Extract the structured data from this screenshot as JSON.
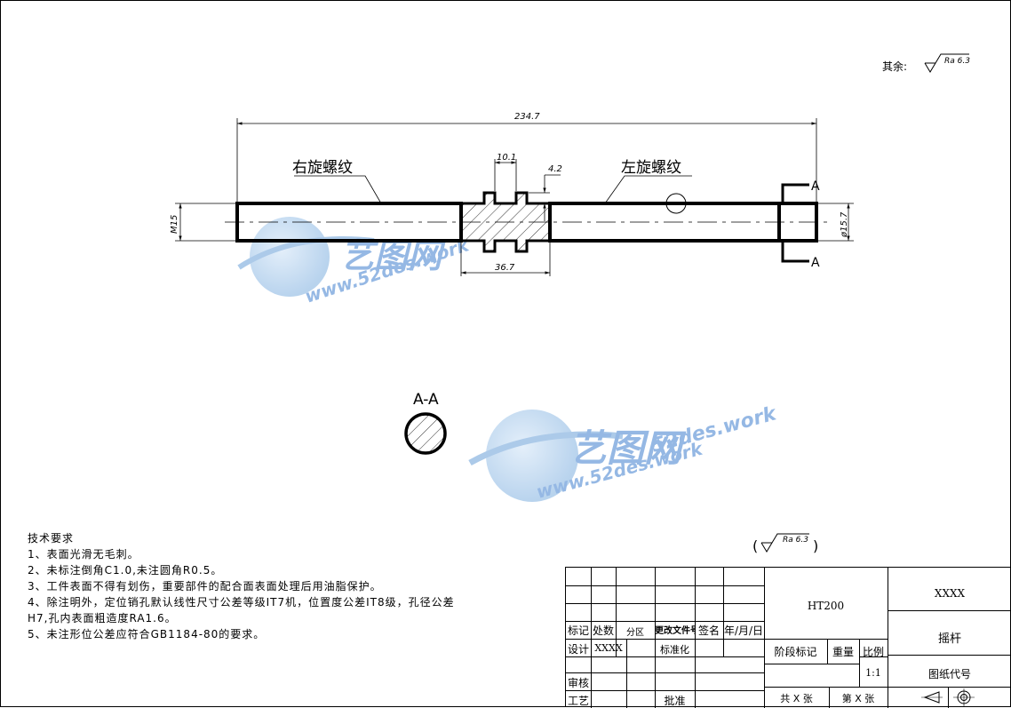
{
  "surface": {
    "label": "其余:",
    "roughness": "Ra 6.3"
  },
  "dimensions": {
    "total_length": "234.7",
    "groove_width": "10.1",
    "groove_depth": "4.2",
    "groove_section_length": "36.7",
    "thread_size": "M15",
    "end_diameter": "ø15.7"
  },
  "labels": {
    "right_thread": "右旋螺纹",
    "left_thread": "左旋螺纹",
    "section_mark_top": "A",
    "section_mark_bottom": "A",
    "section_title": "A-A"
  },
  "watermark": {
    "brand": "艺图网",
    "url": "www.52des.work",
    "url_short": "52des.work"
  },
  "tech_requirements": {
    "title": "技术要求",
    "items": [
      "1、表面光滑无毛刺。",
      "2、未标注倒角C1.0,未注圆角R0.5。",
      "3、工件表面不得有划伤，重要部件的配合面表面处理后用油脂保护。",
      "4、除注明外，定位销孔默认线性尺寸公差等级IT7机，位置度公差IT8级，孔径公差",
      "H7,孔内表面粗造度RA1.6。",
      "5、未注形位公差应符合GB1184-80的要求。"
    ]
  },
  "title_block": {
    "material": "HT200",
    "company": "XXXX",
    "part_name": "摇杆",
    "drawing_no_label": "图纸代号",
    "header_mark": "标记",
    "header_count": "处数",
    "header_zone": "分区",
    "header_change_doc": "更改文件号",
    "header_sign": "签名",
    "header_date": "年/月/日",
    "design_label": "设计",
    "designer": "XXXX",
    "standardize_label": "标准化",
    "review_label": "审核",
    "process_label": "工艺",
    "approve_label": "批准",
    "stage_label": "阶段标记",
    "weight_label": "重量",
    "scale_label": "比例",
    "scale_value": "1:1",
    "sheets_total": "共 X 张",
    "sheet_no": "第 X 张"
  }
}
